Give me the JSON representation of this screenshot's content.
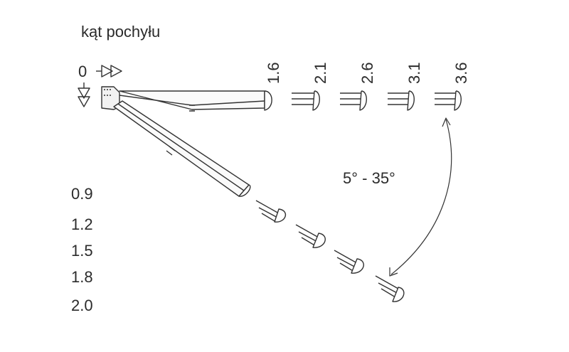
{
  "title": "kąt pochyłu",
  "zero_label": "0",
  "angle_range": "5° - 35°",
  "horizontal_values": [
    "1.6",
    "2.1",
    "2.6",
    "3.1",
    "3.6"
  ],
  "vertical_values": [
    "0.9",
    "1.2",
    "1.5",
    "1.8",
    "2.0"
  ]
}
